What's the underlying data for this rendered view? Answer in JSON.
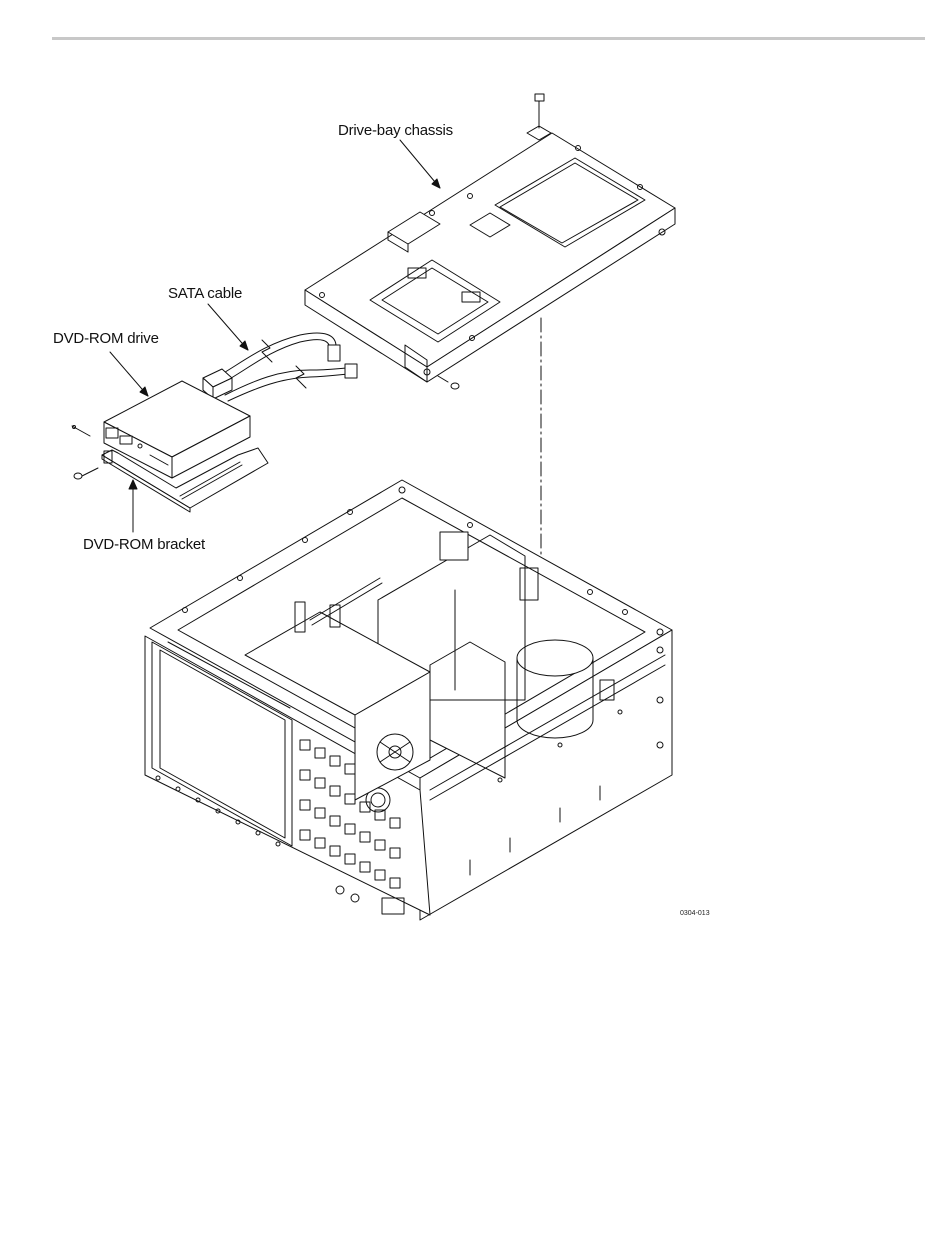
{
  "callouts": {
    "drive_bay_chassis": "Drive-bay chassis",
    "sata_cable": "SATA cable",
    "dvd_rom_drive": "DVD-ROM drive",
    "dvd_rom_bracket": "DVD-ROM bracket"
  },
  "figure_id": "0304-013"
}
